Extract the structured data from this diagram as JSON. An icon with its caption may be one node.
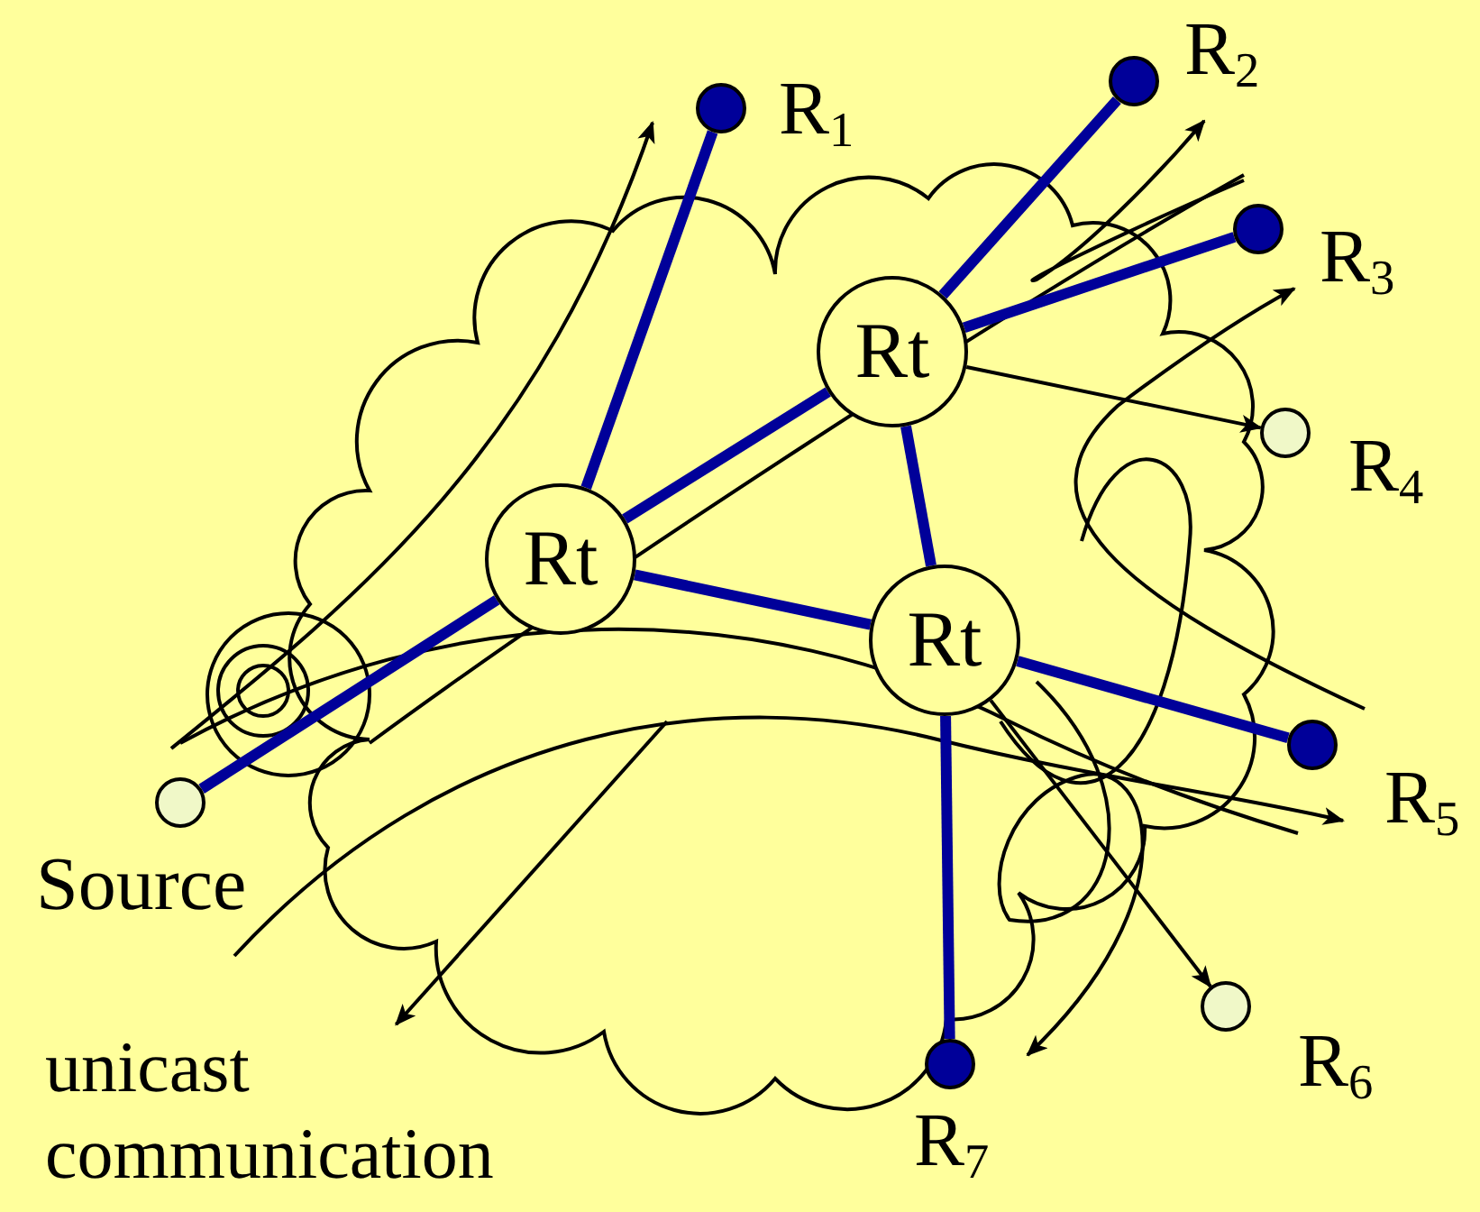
{
  "diagram": {
    "nodes": [
      {
        "text": [
          "Rt"
        ]
      },
      {
        "text": [
          "Rt"
        ]
      },
      {
        "text": [
          "Rt"
        ]
      },
      {
        "text": [],
        "shape": "circle",
        "beside": [
          "Source"
        ]
      },
      {
        "text": [],
        "shape": "circle",
        "beside": [
          "R$_{1}$"
        ]
      },
      {
        "text": [],
        "shape": "circle",
        "beside": [
          "R$_{2}$"
        ]
      },
      {
        "text": [],
        "shape": "circle",
        "beside": [
          "R$_{3}$"
        ]
      },
      {
        "text": [],
        "shape": "circle",
        "beside": [
          "R$_{4}$"
        ]
      },
      {
        "text": [],
        "shape": "circle",
        "beside": [
          "R$_{5}$"
        ]
      },
      {
        "text": [],
        "shape": "circle",
        "beside": [
          "R$_{6}$"
        ]
      },
      {
        "text": [],
        "shape": "circle",
        "beside": [
          "R$_{7}$"
        ]
      },
      {
        "text": [
          "unicast communication"
        ]
      }
    ],
    "edges": [
      {
        "from": 3,
        "to": 0,
        "arrow": "none"
      },
      {
        "from": 0,
        "to": 4,
        "arrow": "none"
      },
      {
        "from": 0,
        "to": 1,
        "arrow": "none"
      },
      {
        "from": 0,
        "to": 2,
        "arrow": "none"
      },
      {
        "from": 1,
        "to": 2,
        "arrow": "none"
      },
      {
        "from": 1,
        "to": 5,
        "arrow": "none"
      },
      {
        "from": 1,
        "to": 6,
        "arrow": "none"
      },
      {
        "from": 2,
        "to": 8,
        "arrow": "none"
      },
      {
        "from": 2,
        "to": 10,
        "arrow": "none"
      },
      {
        "from": 1,
        "to": 7,
        "arrow": "to",
        "color": "#000000"
      },
      {
        "from": 2,
        "to": 9,
        "arrow": "to",
        "color": "#000000"
      },
      {
        "from": null,
        "to": 11,
        "arrow": "to",
        "color": "#000000"
      }
    ]
  }
}
